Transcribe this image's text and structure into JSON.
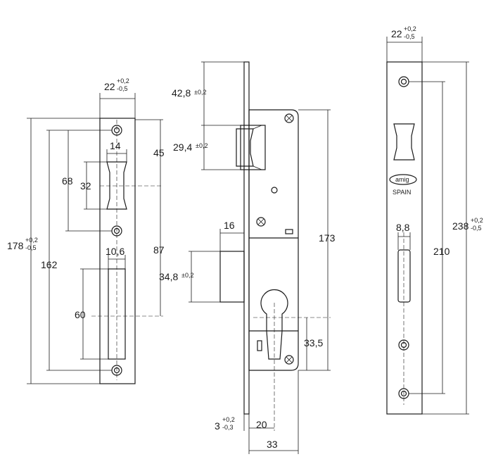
{
  "left_plate": {
    "width": {
      "base": "22",
      "up": "+0,2",
      "down": "-0,5"
    },
    "hole_spacing_top": "45",
    "hole_spacing_mid": "87",
    "total_length": {
      "base": "178",
      "up": "+0,2",
      "down": "-0,5"
    },
    "hole_span": "162",
    "opening_span": "68",
    "latch_width": "14",
    "latch_height": "32",
    "bolt_slot_width": "10,6",
    "bolt_slot_height": "60"
  },
  "middle_lock": {
    "faceplate_to_latch": {
      "base": "42,8",
      "tol": "±0,2"
    },
    "latch_height": {
      "base": "29,4",
      "tol": "±0,2"
    },
    "bolt_projection": "16",
    "bolt_height": {
      "base": "34,8",
      "tol": "±0,2"
    },
    "case_height": "173",
    "cylinder_offset": "33,5",
    "faceplate_thickness": {
      "base": "3",
      "up": "+0,2",
      "down": "-0,3"
    },
    "backset": "20",
    "case_depth": "33"
  },
  "right_plate": {
    "width": {
      "base": "22",
      "up": "+0,2",
      "down": "-0,5"
    },
    "brand": "amig",
    "origin": "SPAIN",
    "slot_width": "8,8",
    "hole_span": "210",
    "total_length": {
      "base": "238",
      "up": "+0,2",
      "down": "-0,5"
    }
  }
}
